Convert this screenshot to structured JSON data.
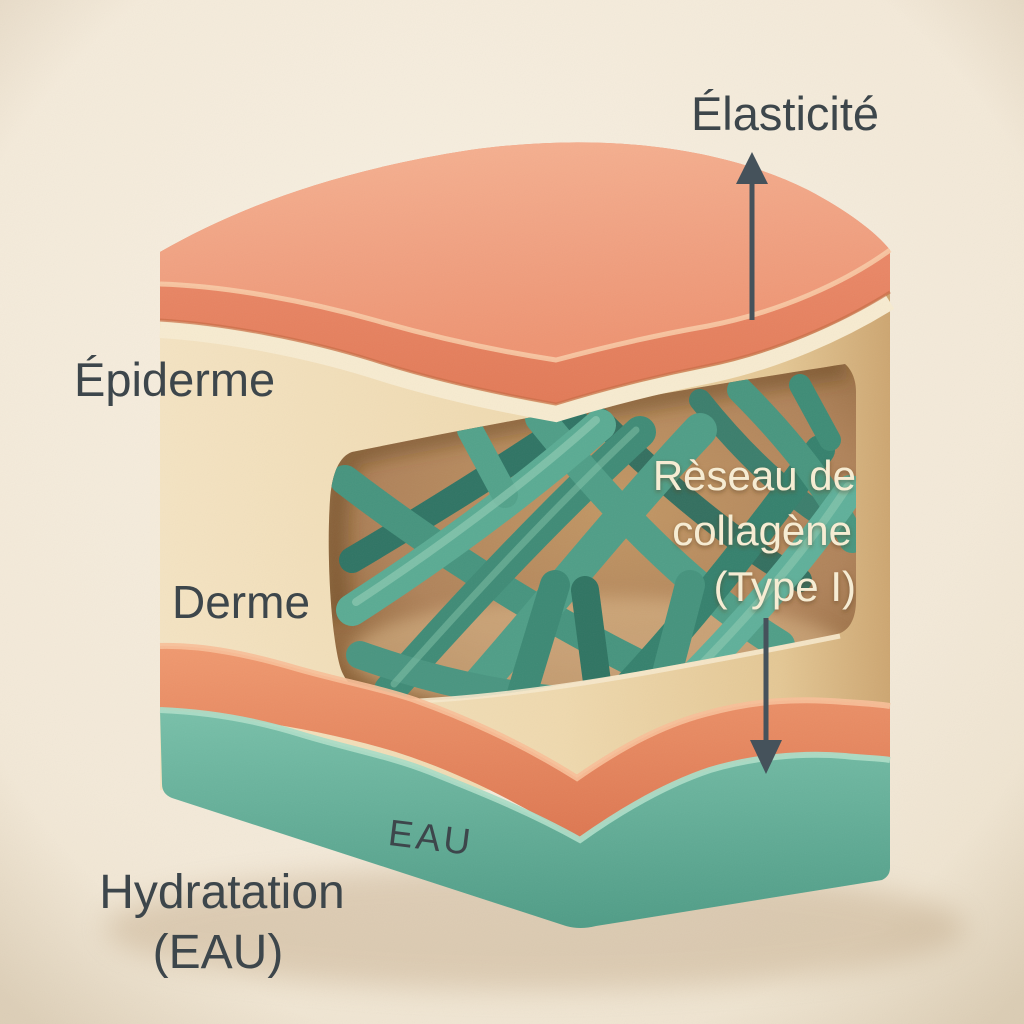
{
  "figure": {
    "title_context": "skin-cross-section-diagram",
    "labels": {
      "elasticity": "Élasticité",
      "epidermis": "Épiderme",
      "dermis": "Derme",
      "collagen_line1": "Rèseau de",
      "collagen_line2": "collagène",
      "collagen_line3": "(Type I)",
      "water_band": "EAU",
      "hydration_line1": "Hydratation",
      "hydration_line2": "(EAU)"
    },
    "colors": {
      "background": "#f3ead9",
      "slab_top": "#f2a585",
      "slab_front": "#ec8c68",
      "slab_rim_highlight": "#f9cda8",
      "epidermis_tan": "#f0dcb4",
      "tan_lip": "#f7ebd0",
      "cavity_brown": "#b0835a",
      "cavity_dark": "#8a6136",
      "cavity_floor": "#d9b587",
      "collagen_teal": "#4f9e87",
      "collagen_light": "#8cc9b0",
      "collagen_dark": "#2f7161",
      "dermis_coral_band": "#ea8a64",
      "dermis_coral_highlight": "#f8bf98",
      "hydration_teal_band": "#68b49c",
      "hydration_teal_highlight": "#abdcc6",
      "text_dark": "#3d464b",
      "text_cream": "#f6ecd3",
      "arrow": "#45525b"
    }
  }
}
